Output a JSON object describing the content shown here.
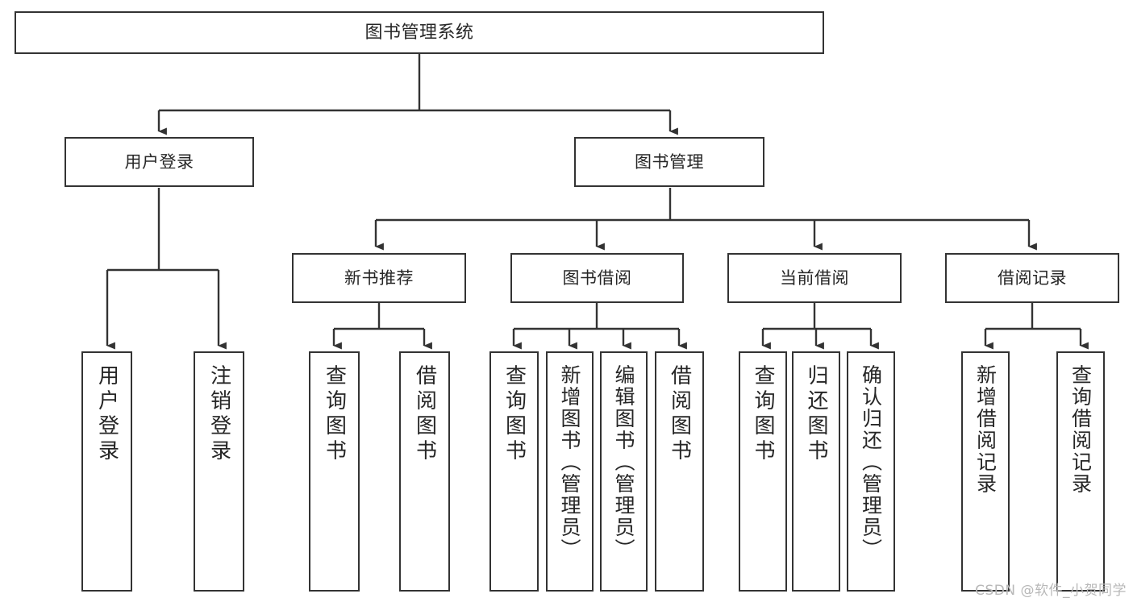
{
  "diagram": {
    "title": "图书管理系统",
    "type": "hierarchy-tree",
    "root": {
      "label": "图书管理系统"
    },
    "level2": [
      {
        "label": "用户登录"
      },
      {
        "label": "图书管理"
      }
    ],
    "level3": [
      {
        "label": "新书推荐"
      },
      {
        "label": "图书借阅"
      },
      {
        "label": "当前借阅"
      },
      {
        "label": "借阅记录"
      }
    ],
    "leaves": {
      "user_login": [
        {
          "label": "用户登录"
        },
        {
          "label": "注销登录"
        }
      ],
      "new_book_recommend": [
        {
          "label": "查询图书"
        },
        {
          "label": "借阅图书"
        }
      ],
      "book_borrow": [
        {
          "label": "查询图书"
        },
        {
          "label": "新增图书（管理员）"
        },
        {
          "label": "编辑图书（管理员）"
        },
        {
          "label": "借阅图书"
        }
      ],
      "current_borrow": [
        {
          "label": "查询图书"
        },
        {
          "label": "归还图书"
        },
        {
          "label": "确认归还（管理员）"
        }
      ],
      "borrow_record": [
        {
          "label": "新增借阅记录"
        },
        {
          "label": "查询借阅记录"
        }
      ]
    }
  },
  "watermark": {
    "text": "CSDN @软件_小贺同学"
  },
  "colors": {
    "border": "#333333",
    "text": "#262626",
    "background": "#ffffff",
    "watermark": "#b8b8b8"
  }
}
